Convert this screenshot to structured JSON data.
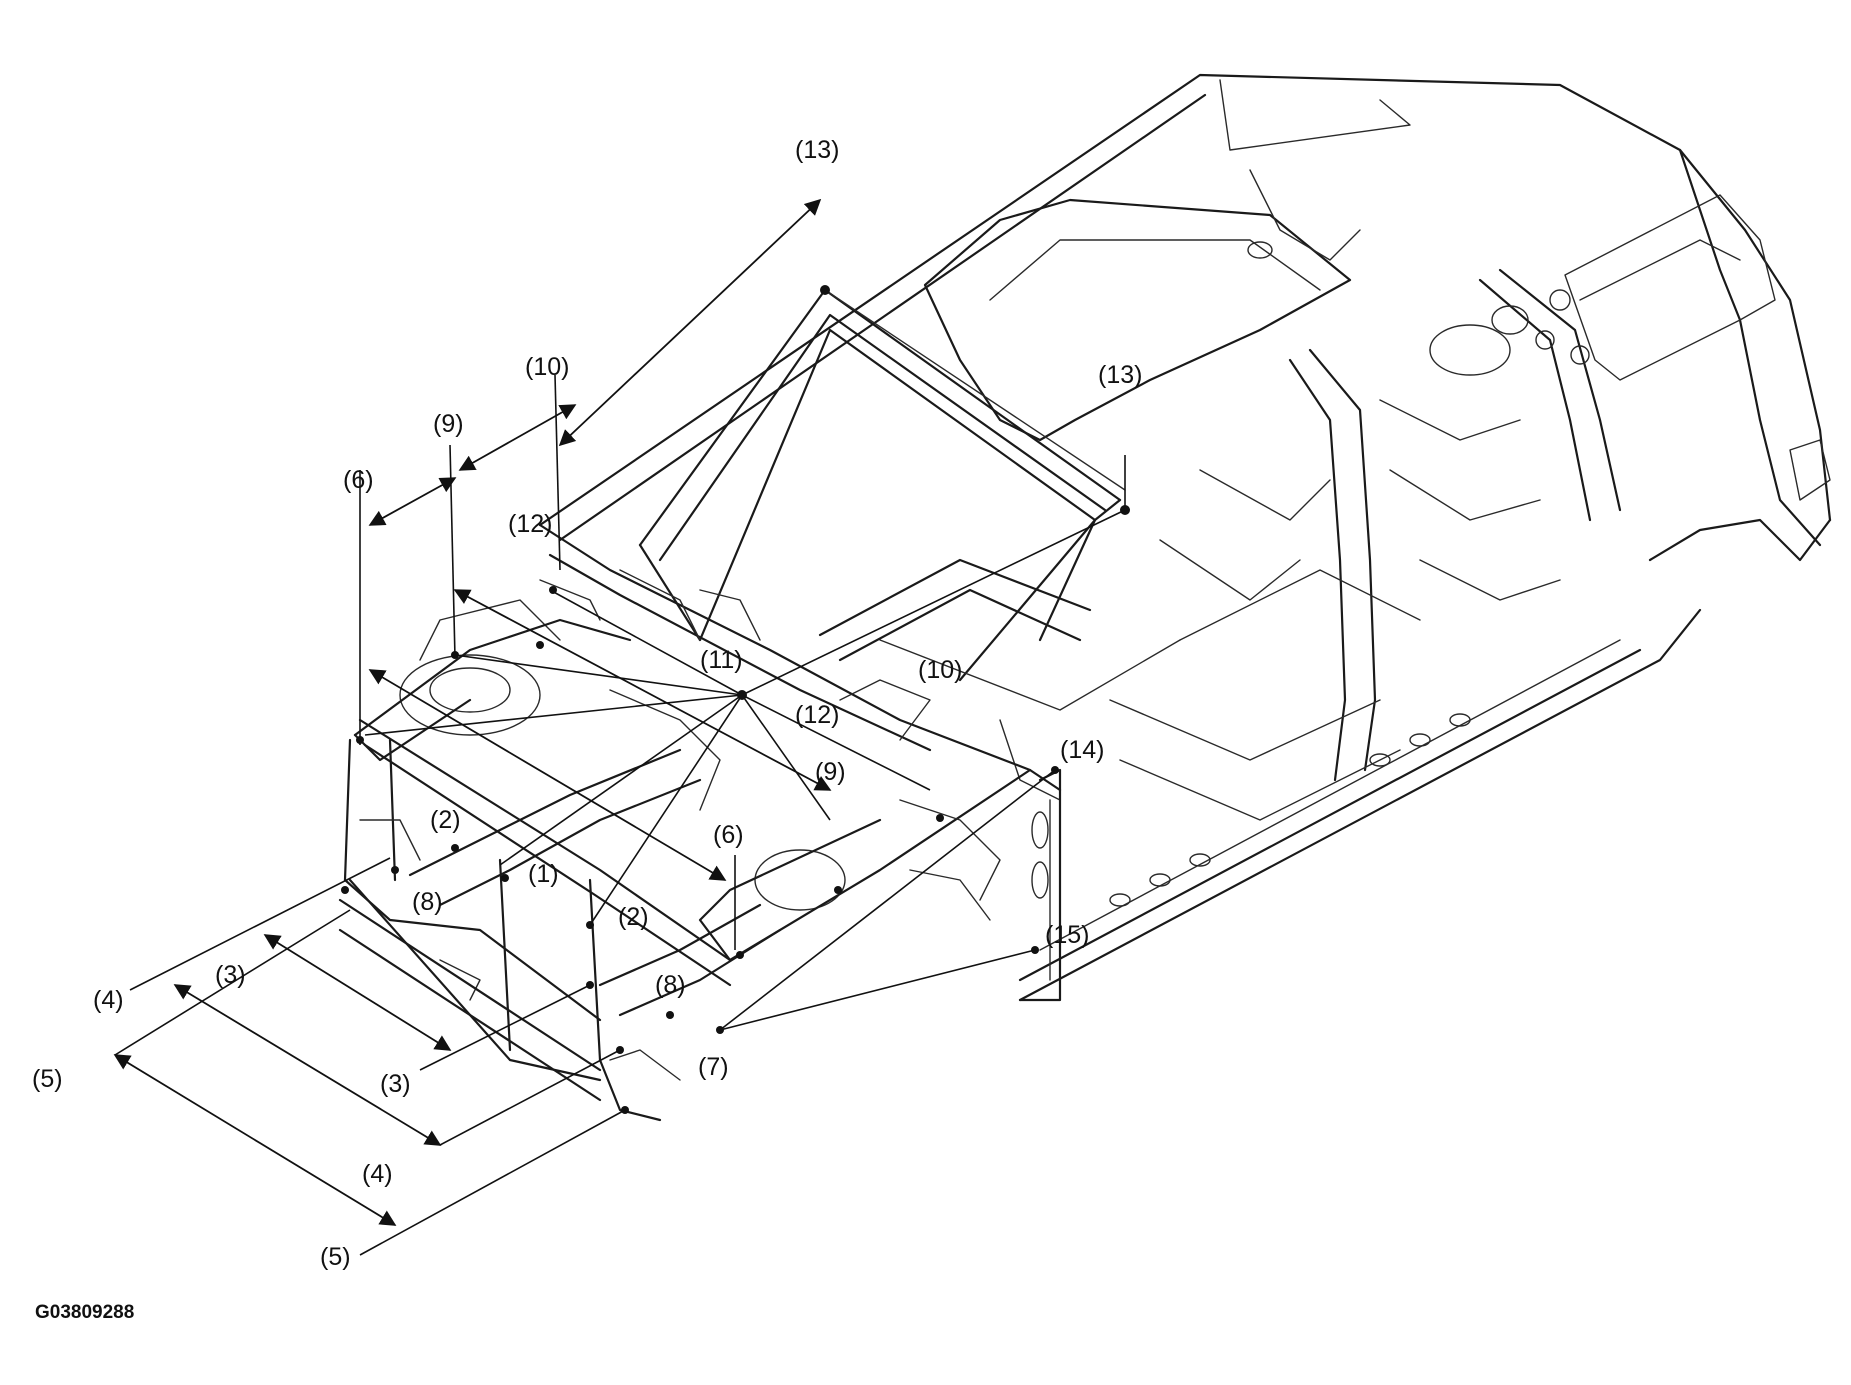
{
  "diagram": {
    "figure_code": "G03809288",
    "callouts": [
      "(1)",
      "(2)",
      "(3)",
      "(4)",
      "(5)",
      "(6)",
      "(7)",
      "(8)",
      "(9)",
      "(10)",
      "(11)",
      "(12)",
      "(13)",
      "(14)",
      "(15)"
    ],
    "icons": {
      "vehicle": "car-body-frame-icon"
    }
  }
}
